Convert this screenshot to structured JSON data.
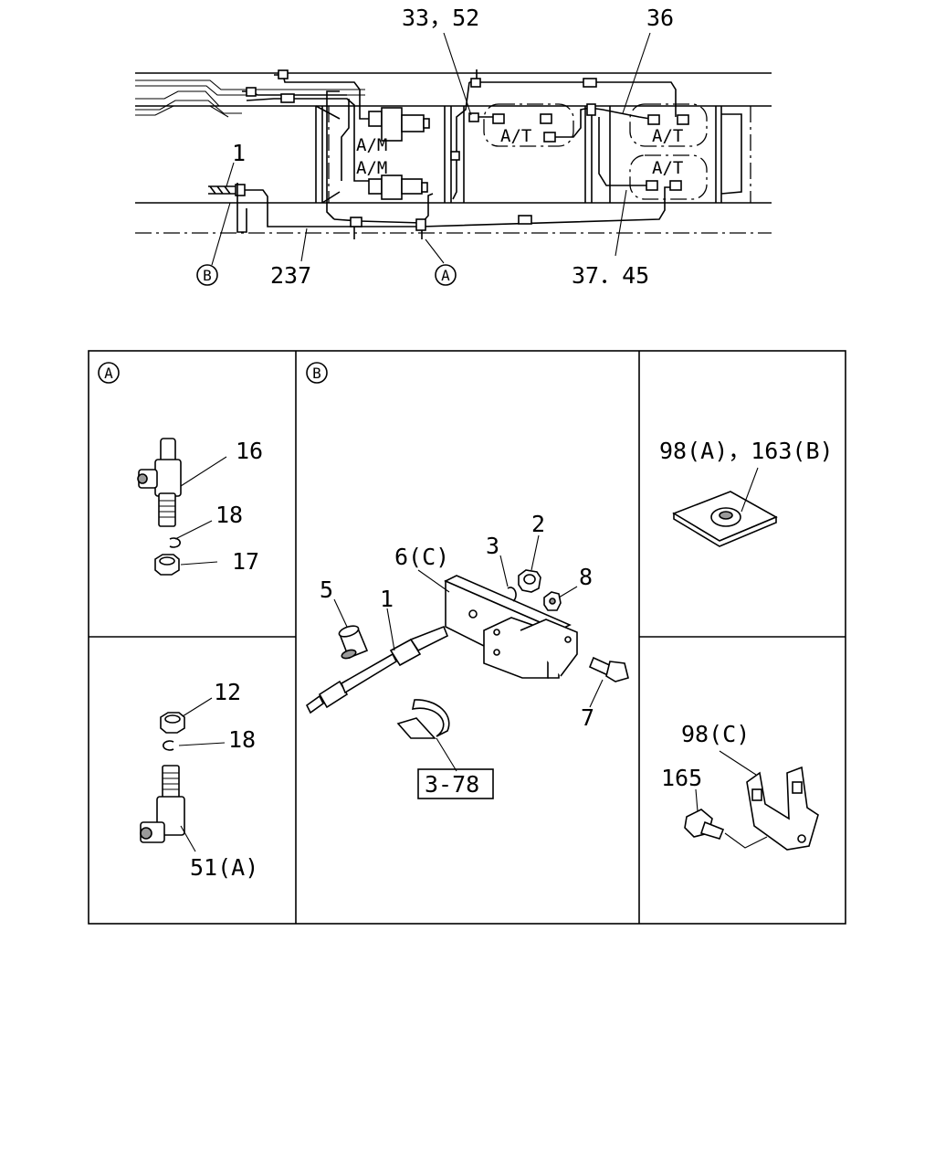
{
  "overview": {
    "labels": {
      "part_1": "1",
      "part_33_52": "33，52",
      "part_36": "36",
      "part_237": "237",
      "part_37_45": "37．45",
      "ref_a": "A",
      "ref_b": "B"
    },
    "valve_labels": {
      "am_upper": "A/M",
      "am_lower": "A/M",
      "at_center": "A/T",
      "at_right_upper": "A/T",
      "at_right_lower": "A/T"
    }
  },
  "detail_a_upper": {
    "ref": "A",
    "labels": {
      "p16": "16",
      "p18": "18",
      "p17": "17"
    }
  },
  "detail_a_lower": {
    "labels": {
      "p12": "12",
      "p18": "18",
      "p51a": "51(A)"
    }
  },
  "detail_b": {
    "ref": "B",
    "labels": {
      "p6c": "6(C)",
      "p3": "3",
      "p2": "2",
      "p8": "8",
      "p5": "5",
      "p1": "1",
      "p7": "7",
      "ref_box": "3-78"
    }
  },
  "detail_right_upper": {
    "labels": {
      "p98a_163b": "98(A)，163(B)"
    }
  },
  "detail_right_lower": {
    "labels": {
      "p98c": "98(C)",
      "p165": "165"
    }
  },
  "icons": [
    "t-fitting-icon",
    "nut-icon",
    "snap-ring-icon",
    "bracket-icon",
    "clamp-icon",
    "spacer-icon",
    "bolt-icon",
    "plate-nut-icon",
    "connector-icon"
  ]
}
